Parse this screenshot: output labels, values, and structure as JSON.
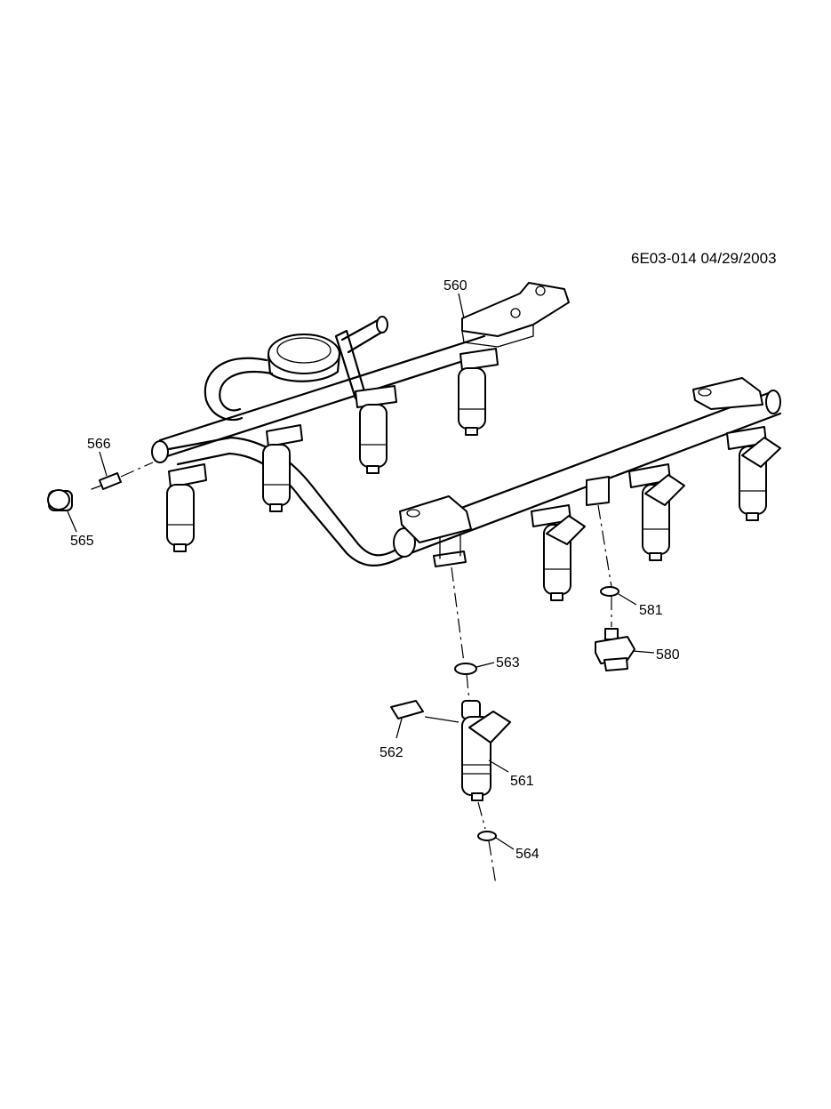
{
  "drawing_ref": "6E03-014  04/29/2003",
  "callouts": {
    "c560": "560",
    "c561": "561",
    "c562": "562",
    "c563": "563",
    "c564": "564",
    "c565": "565",
    "c566": "566",
    "c580": "580",
    "c581": "581"
  }
}
